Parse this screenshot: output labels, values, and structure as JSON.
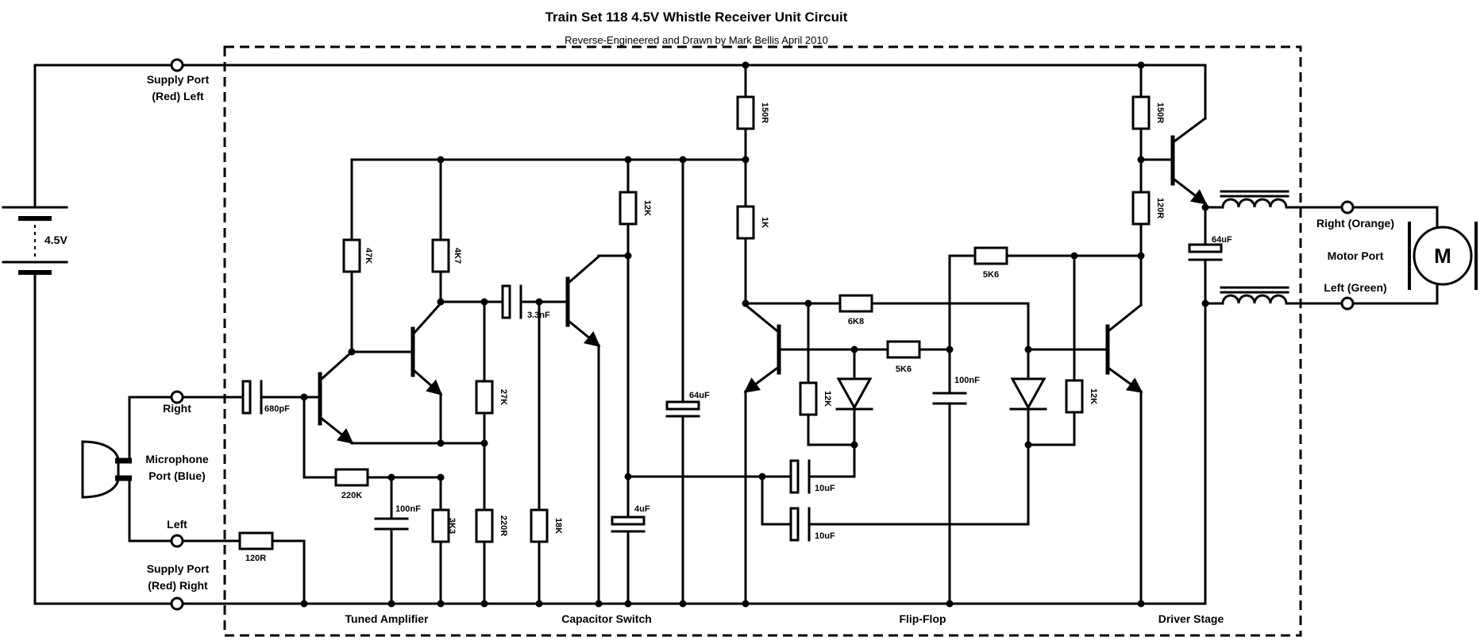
{
  "title": "Train Set 118 4.5V Whistle Receiver Unit Circuit",
  "subtitle": "Reverse-Engineered and Drawn by Mark Bellis April 2010",
  "battery": {
    "voltage": "4.5V"
  },
  "ports": {
    "supply_left_line1": "Supply Port",
    "supply_left_line2": "(Red) Left",
    "mic_right": "Right",
    "mic_line1": "Microphone",
    "mic_line2": "Port (Blue)",
    "mic_left": "Left",
    "supply_right_line1": "Supply Port",
    "supply_right_line2": "(Red) Right",
    "motor_right": "Right (Orange)",
    "motor_title": "Motor Port",
    "motor_left": "Left (Green)"
  },
  "motor": {
    "symbol": "M"
  },
  "sections": {
    "tuned_amplifier": "Tuned Amplifier",
    "capacitor_switch": "Capacitor Switch",
    "flip_flop": "Flip-Flop",
    "driver_stage": "Driver Stage"
  },
  "components": {
    "c680pf": "680pF",
    "r120_mic": "120R",
    "r47k": "47K",
    "r4k7": "4K7",
    "r220k": "220K",
    "c100nf_amp": "100nF",
    "r3k3": "3K3",
    "r27k": "27K",
    "r220r": "220R",
    "c3_3nf": "3.3nF",
    "r18k": "18K",
    "r12k_cs": "12K",
    "c4uf": "4uF",
    "c64uf_cs": "64uF",
    "r150r_left": "150R",
    "r1k": "1K",
    "r6k8": "6K8",
    "r5k6_mid": "5K6",
    "r5k6_top": "5K6",
    "r12k_ffl": "12K",
    "r12k_ffr": "12K",
    "c10uf_top": "10uF",
    "c10uf_bot": "10uF",
    "c100nf_ff": "100nF",
    "r150r_right": "150R",
    "r120r_drv": "120R",
    "c64uf_drv": "64uF"
  },
  "colors": {
    "ink": "#000000",
    "background": "#ffffff"
  }
}
